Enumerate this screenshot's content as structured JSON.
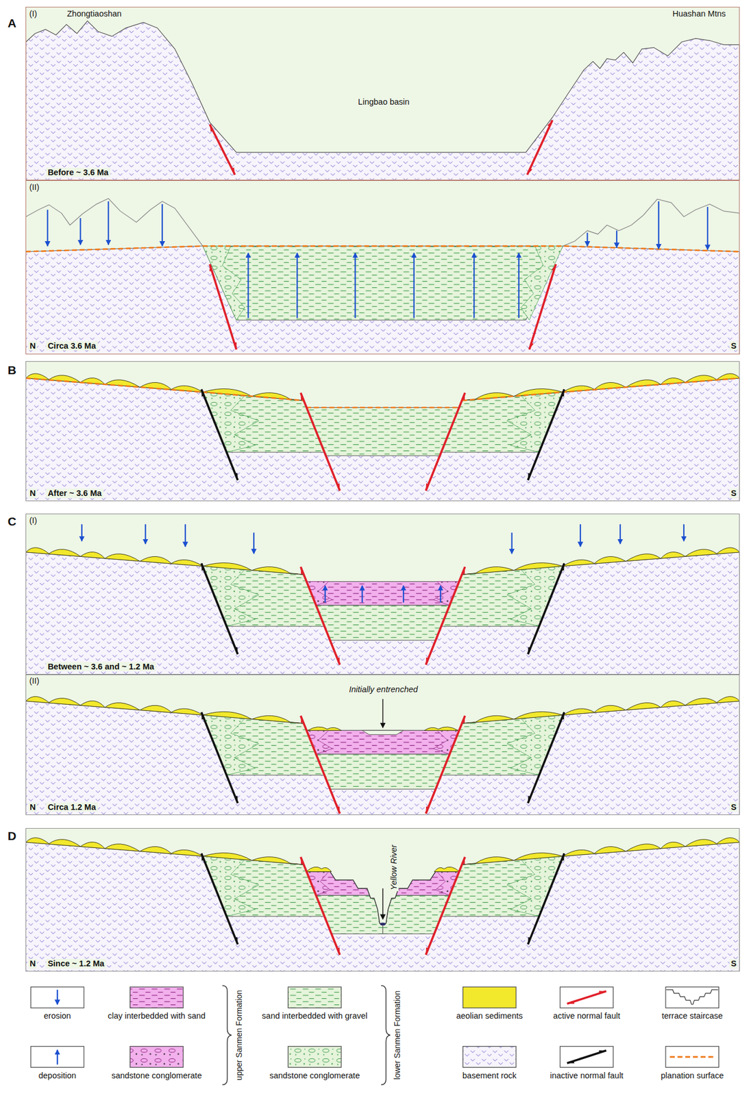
{
  "diagram": {
    "nodes": [
      {
        "text": [
          "(I)",
          "Zhongtiaoshan",
          "Huashan Mtns",
          "Lingbao basin",
          "Before ~ 3.6 Ma"
        ]
      },
      {
        "text": [
          "(II)",
          "N",
          "Circa 3.6 Ma",
          "S"
        ]
      },
      {
        "text": [
          "N",
          "After ~ 3.6 Ma",
          "S"
        ]
      },
      {
        "text": [
          "(I)",
          "Between ~ 3.6 and ~ 1.2 Ma"
        ]
      },
      {
        "text": [
          "(II)",
          "Initially entrenched",
          "N",
          "Circa 1.2 Ma",
          "S"
        ]
      },
      {
        "text": [
          "Yellow River",
          "N",
          "Since ~ 1.2 Ma",
          "S"
        ]
      }
    ],
    "labels": [
      "A",
      "B",
      "C",
      "D",
      "upper Sanmen Formation",
      "lower Sanmen Formation"
    ],
    "legend": [
      {
        "text": "erosion"
      },
      {
        "text": "clay interbedded with sand"
      },
      {
        "text": "sand interbedded with gravel"
      },
      {
        "text": "aeolian sediments",
        "color": "#f2e82c"
      },
      {
        "text": "active normal fault"
      },
      {
        "text": "terrace staircase"
      },
      {
        "text": "deposition"
      },
      {
        "text": "sandstone conglomerate"
      },
      {
        "text": "sandstone conglomerate"
      },
      {
        "text": "basement rock"
      },
      {
        "text": "inactive normal fault"
      },
      {
        "text": "planation surface"
      }
    ]
  }
}
